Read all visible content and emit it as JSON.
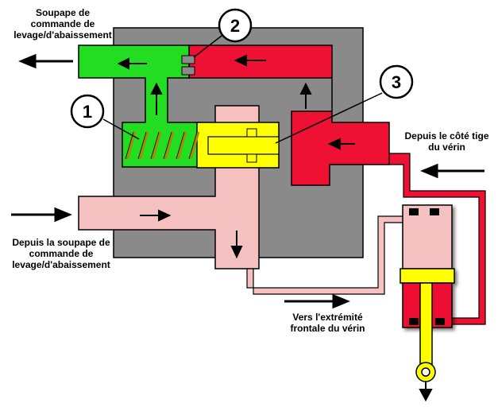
{
  "labels": {
    "top_left": [
      "Soupape de",
      "commande de",
      "levage/d'abaissement"
    ],
    "bottom_left": [
      "Depuis la soupape de",
      "commande de",
      "levage/d'abaissement"
    ],
    "right": [
      "Depuis le côté tige",
      "du vérin"
    ],
    "bottom_center": [
      "Vers l'extrémité",
      "frontale du vérin"
    ]
  },
  "callouts": [
    "1",
    "2",
    "3"
  ],
  "colors": {
    "body_grey": "#8a8a8a",
    "green": "#22dd22",
    "red": "#ee1133",
    "pink": "#f4c0c0",
    "yellow": "#ffff00",
    "outline": "#000000"
  }
}
